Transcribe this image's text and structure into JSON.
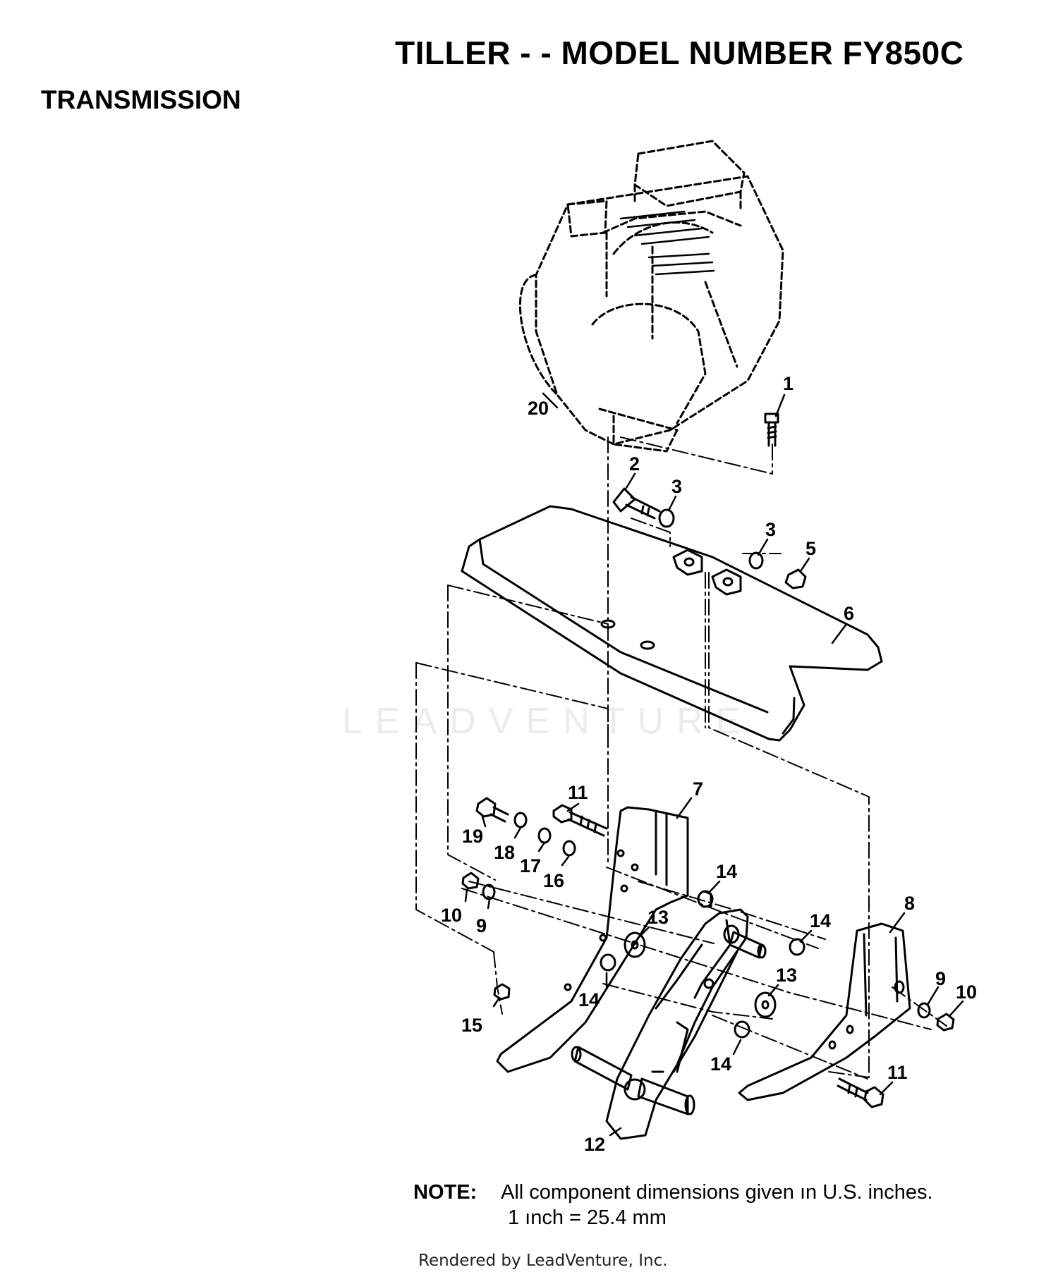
{
  "header": {
    "title": "TILLER - - MODEL NUMBER FY850C",
    "section": "TRANSMISSION"
  },
  "note": {
    "label": "NOTE:",
    "line1": "All component dimensions given ın U.S. inches.",
    "line2": "1 ınch = 25.4 mm"
  },
  "footer": {
    "credit": "Rendered by LeadVenture, Inc."
  },
  "watermark": {
    "text": "LEADVENTURE"
  },
  "callouts": {
    "c1": "1",
    "c2": "2",
    "c3a": "3",
    "c3b": "3",
    "c5": "5",
    "c6": "6",
    "c7": "7",
    "c8": "8",
    "c9a": "9",
    "c9b": "9",
    "c10a": "10",
    "c10b": "10",
    "c11a": "11",
    "c11b": "11",
    "c12": "12",
    "c13a": "13",
    "c13b": "13",
    "c14a": "14",
    "c14b": "14",
    "c14c": "14",
    "c14d": "14",
    "c15": "15",
    "c16": "16",
    "c17": "17",
    "c18": "18",
    "c19": "19",
    "c20": "20"
  }
}
